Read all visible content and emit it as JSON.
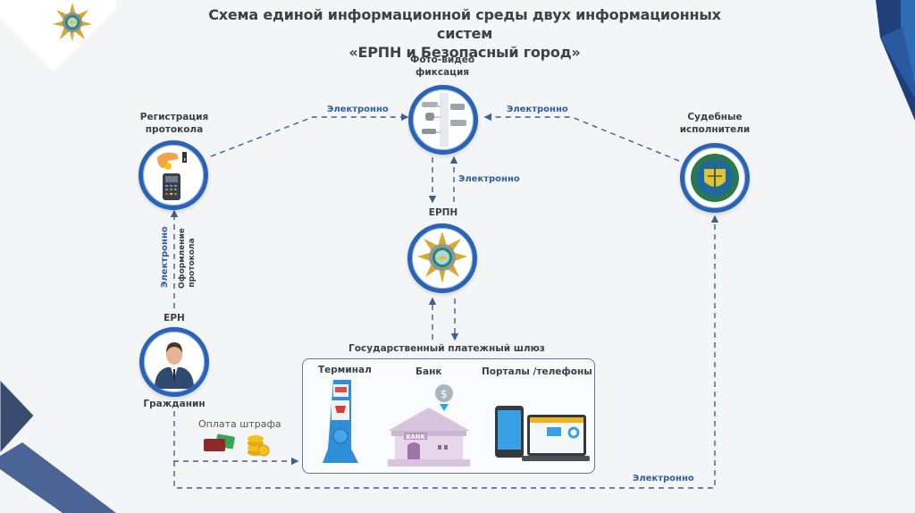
{
  "title": {
    "line1": "Схема единой информационной среды двух информационных систем",
    "line2": "«ЕРПН и Безопасный город»"
  },
  "nodes": {
    "registration": {
      "label_line1": "Регистрация",
      "label_line2": "протокола",
      "icon": "payment-terminal-icon"
    },
    "photo_video": {
      "label_line1": "Фото-видео",
      "label_line2": "фиксация",
      "icon": "cctv-cameras-icon"
    },
    "bailiffs": {
      "label_line1": "Судебные",
      "label_line2": "исполнители",
      "icon": "bailiff-emblem-icon"
    },
    "erpn": {
      "label": "ЕРПН",
      "icon": "erpn-emblem-icon"
    },
    "citizen": {
      "label_top": "ЕРН",
      "label_bottom": "Гражданин",
      "icon": "citizen-avatar-icon"
    }
  },
  "connections": {
    "reg_to_photo": "Электронно",
    "bailiffs_to_photo": "Электронно",
    "photo_erpn": "Электронно",
    "citizen_to_reg_1": "Электронно",
    "citizen_to_reg_2_line1": "Оформление",
    "citizen_to_reg_2_line2": "протокола",
    "gateway_to_bailiffs": "Электронно",
    "fine_payment": "Оплата штрафа"
  },
  "gateway": {
    "title": "Государственный платежный шлюз",
    "channels": [
      {
        "label": "Терминал",
        "icon": "payment-kiosk-icon"
      },
      {
        "label": "Банк",
        "icon": "bank-building-icon",
        "sign": "BANK"
      },
      {
        "label": "Порталы /телефоны",
        "icon": "phone-laptop-icon"
      }
    ]
  },
  "colors": {
    "accent": "#2a63b6",
    "dash": "#3d5f93",
    "dark_corner": "#1f3f7a",
    "corner_inner": "#2e6db5",
    "bottom_band": "#4a6496"
  }
}
